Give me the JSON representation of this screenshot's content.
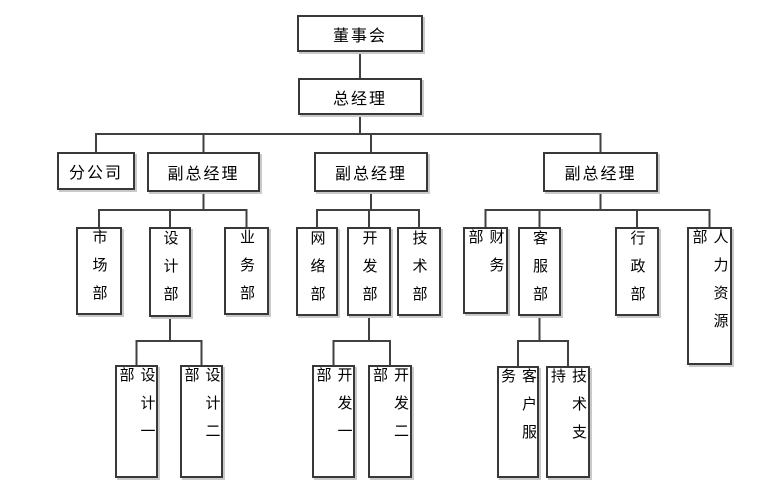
{
  "diagram": {
    "type": "org-chart",
    "background_color": "#ffffff",
    "line_color": "#404040",
    "box_border_color": "#383838",
    "box_fill_color": "#ffffff",
    "text_color": "#000000",
    "nodes": {
      "board": {
        "label": "董事会"
      },
      "gm": {
        "label": "总经理"
      },
      "branch": {
        "label": "分公司"
      },
      "vgm1": {
        "label": "副总经理"
      },
      "vgm2": {
        "label": "副总经理"
      },
      "vgm3": {
        "label": "副总经理"
      },
      "market": {
        "label": "市场部"
      },
      "design": {
        "label": "设计部"
      },
      "business": {
        "label": "业务部"
      },
      "network": {
        "label": "网络部"
      },
      "dev": {
        "label": "开发部"
      },
      "tech": {
        "label": "技术部"
      },
      "finance": {
        "label": "财务部"
      },
      "service": {
        "label": "客服部"
      },
      "admin": {
        "label": "行政部"
      },
      "hr": {
        "label": "人力资源部"
      },
      "design1": {
        "label": "设计一部"
      },
      "design2": {
        "label": "设计二部"
      },
      "dev1": {
        "label": "开发一部"
      },
      "dev2": {
        "label": "开发二部"
      },
      "custsvc": {
        "label": "客户服务"
      },
      "techsup": {
        "label": "技术支持"
      }
    },
    "edges": [
      [
        "board",
        "gm"
      ],
      [
        "gm",
        "branch"
      ],
      [
        "gm",
        "vgm1"
      ],
      [
        "gm",
        "vgm2"
      ],
      [
        "gm",
        "vgm3"
      ],
      [
        "vgm1",
        "market"
      ],
      [
        "vgm1",
        "design"
      ],
      [
        "vgm1",
        "business"
      ],
      [
        "vgm2",
        "network"
      ],
      [
        "vgm2",
        "dev"
      ],
      [
        "vgm2",
        "tech"
      ],
      [
        "vgm3",
        "finance"
      ],
      [
        "vgm3",
        "service"
      ],
      [
        "vgm3",
        "admin"
      ],
      [
        "vgm3",
        "hr"
      ],
      [
        "design",
        "design1"
      ],
      [
        "design",
        "design2"
      ],
      [
        "dev",
        "dev1"
      ],
      [
        "dev",
        "dev2"
      ],
      [
        "service",
        "custsvc"
      ],
      [
        "service",
        "techsup"
      ]
    ]
  }
}
